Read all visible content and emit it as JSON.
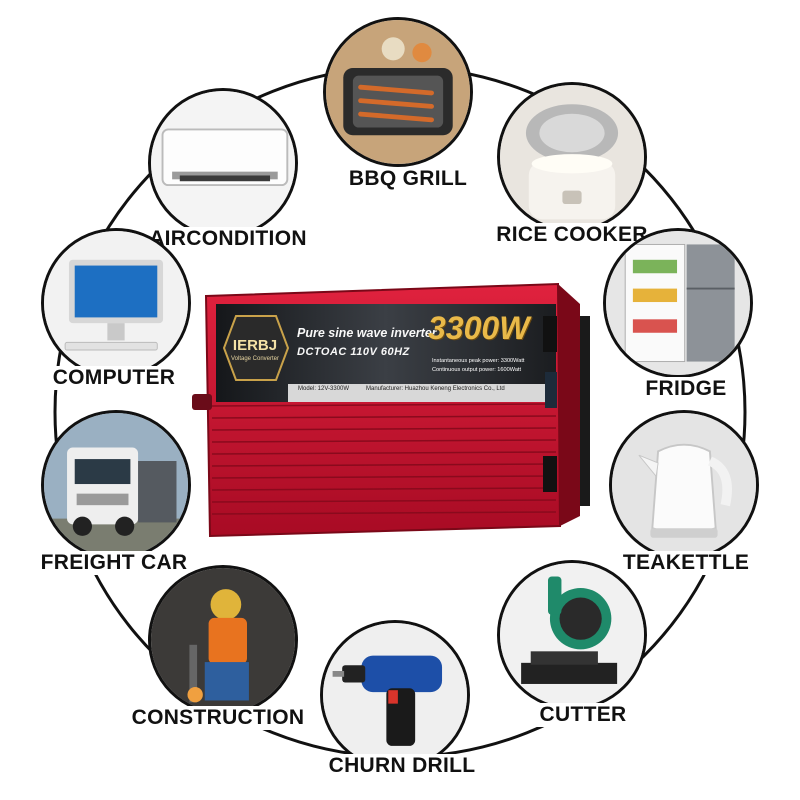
{
  "product": {
    "brand": "IERBJ",
    "brand_subtitle": "Voltage Converter",
    "title": "Pure sine wave inverter",
    "spec": "DCTOAC 110V 60HZ",
    "power": "3300W",
    "peak_power": "Instantaneous peak power: 3300Watt",
    "continuous_power": "Continuous output power: 1600Watt",
    "model": "Model: 12V-3300W",
    "manufacturer": "Manufacturer: Huazhou Keneng Electronics Co., Ltd",
    "colors": {
      "body": "#c8102e",
      "panel": "#1f2226",
      "gold": "#e9b949"
    }
  },
  "appliances": [
    {
      "label": "BBQ GRILL",
      "icon": "bbq-grill-icon"
    },
    {
      "label": "AIRCONDITION",
      "icon": "air-conditioner-icon"
    },
    {
      "label": "RICE COOKER",
      "icon": "rice-cooker-icon"
    },
    {
      "label": "COMPUTER",
      "icon": "computer-icon"
    },
    {
      "label": "FRIDGE",
      "icon": "fridge-icon"
    },
    {
      "label": "FREIGHT CAR",
      "icon": "truck-icon"
    },
    {
      "label": "TEAKETTLE",
      "icon": "kettle-icon"
    },
    {
      "label": "CONSTRUCTION",
      "icon": "worker-icon"
    },
    {
      "label": "CUTTER",
      "icon": "cutter-icon"
    },
    {
      "label": "CHURN DRILL",
      "icon": "drill-icon"
    }
  ]
}
